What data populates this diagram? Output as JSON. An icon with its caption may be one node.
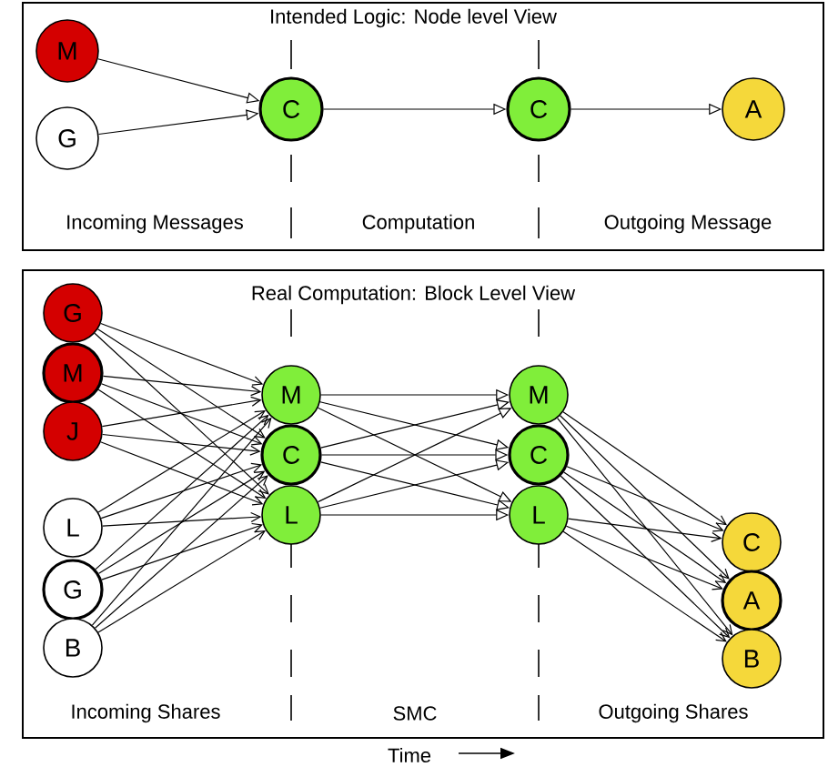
{
  "diagram": {
    "nodes": [
      {
        "text": [
          "Intended Logic: Node level View"
        ]
      },
      {
        "text": [
          "M"
        ],
        "in": 0
      },
      {
        "text": [
          "G"
        ],
        "in": 0
      },
      {
        "text": [
          "C"
        ],
        "in": 0
      },
      {
        "text": [
          "C"
        ],
        "in": 0
      },
      {
        "text": [
          "A"
        ],
        "in": 0
      },
      {
        "text": [
          "Real Computation: Block Level View"
        ]
      },
      {
        "text": [
          "G"
        ],
        "in": 6
      },
      {
        "text": [
          "M"
        ],
        "in": 6
      },
      {
        "text": [
          "J"
        ],
        "in": 6
      },
      {
        "text": [
          "L"
        ],
        "in": 6
      },
      {
        "text": [
          "G"
        ],
        "in": 6
      },
      {
        "text": [
          "B"
        ],
        "in": 6
      },
      {
        "text": [
          "M"
        ],
        "in": 6
      },
      {
        "text": [
          "C"
        ],
        "in": 6
      },
      {
        "text": [
          "L"
        ],
        "in": 6
      },
      {
        "text": [
          "M"
        ],
        "in": 6
      },
      {
        "text": [
          "C"
        ],
        "in": 6
      },
      {
        "text": [
          "L"
        ],
        "in": 6
      },
      {
        "text": [
          "C"
        ],
        "in": 6
      },
      {
        "text": [
          "A"
        ],
        "in": 6
      },
      {
        "text": [
          "B"
        ],
        "in": 6
      }
    ],
    "edges": [
      {
        "from": 1,
        "to": 3,
        "arrow": "to"
      },
      {
        "from": 2,
        "to": 3,
        "arrow": "to"
      },
      {
        "from": 3,
        "to": 4,
        "arrow": "to"
      },
      {
        "from": 4,
        "to": 5,
        "arrow": "to"
      },
      {
        "from": 7,
        "to": 13,
        "arrow": "to"
      },
      {
        "from": 7,
        "to": 14,
        "arrow": "to"
      },
      {
        "from": 7,
        "to": 15,
        "arrow": "to"
      },
      {
        "from": 8,
        "to": 13,
        "arrow": "to"
      },
      {
        "from": 8,
        "to": 14,
        "arrow": "to"
      },
      {
        "from": 8,
        "to": 15,
        "arrow": "to"
      },
      {
        "from": 9,
        "to": 13,
        "arrow": "to"
      },
      {
        "from": 9,
        "to": 14,
        "arrow": "to"
      },
      {
        "from": 9,
        "to": 15,
        "arrow": "to"
      },
      {
        "from": 10,
        "to": 13,
        "arrow": "to"
      },
      {
        "from": 10,
        "to": 14,
        "arrow": "to"
      },
      {
        "from": 10,
        "to": 15,
        "arrow": "to"
      },
      {
        "from": 11,
        "to": 13,
        "arrow": "to"
      },
      {
        "from": 11,
        "to": 14,
        "arrow": "to"
      },
      {
        "from": 11,
        "to": 15,
        "arrow": "to"
      },
      {
        "from": 12,
        "to": 13,
        "arrow": "to"
      },
      {
        "from": 12,
        "to": 14,
        "arrow": "to"
      },
      {
        "from": 12,
        "to": 15,
        "arrow": "to"
      },
      {
        "from": 13,
        "to": 16,
        "arrow": "to"
      },
      {
        "from": 13,
        "to": 17,
        "arrow": "to"
      },
      {
        "from": 13,
        "to": 18,
        "arrow": "to"
      },
      {
        "from": 14,
        "to": 16,
        "arrow": "to"
      },
      {
        "from": 14,
        "to": 17,
        "arrow": "to"
      },
      {
        "from": 14,
        "to": 18,
        "arrow": "to"
      },
      {
        "from": 15,
        "to": 16,
        "arrow": "to"
      },
      {
        "from": 15,
        "to": 17,
        "arrow": "to"
      },
      {
        "from": 15,
        "to": 18,
        "arrow": "to"
      },
      {
        "from": 16,
        "to": 19,
        "arrow": "to"
      },
      {
        "from": 16,
        "to": 20,
        "arrow": "to"
      },
      {
        "from": 16,
        "to": 21,
        "arrow": "to"
      },
      {
        "from": 17,
        "to": 19,
        "arrow": "to"
      },
      {
        "from": 17,
        "to": 20,
        "arrow": "to"
      },
      {
        "from": 17,
        "to": 21,
        "arrow": "to"
      },
      {
        "from": 18,
        "to": 19,
        "arrow": "to"
      },
      {
        "from": 18,
        "to": 20,
        "arrow": "to"
      },
      {
        "from": 18,
        "to": 21,
        "arrow": "to"
      }
    ],
    "labels": [
      "Incoming Messages",
      "Computation",
      "Outgoing Message",
      "Incoming Shares",
      "SMC",
      "Outgoing Shares",
      "Time"
    ]
  }
}
